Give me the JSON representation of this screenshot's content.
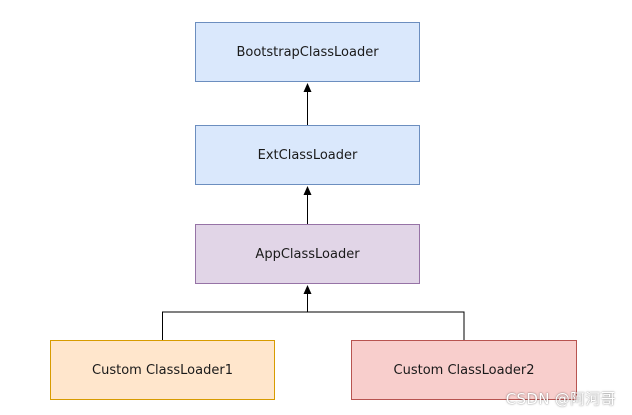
{
  "diagram": {
    "nodes": {
      "bootstrap": {
        "label": "BootstrapClassLoader"
      },
      "ext": {
        "label": "ExtClassLoader"
      },
      "app": {
        "label": "AppClassLoader"
      },
      "custom1": {
        "label": "Custom ClassLoader1"
      },
      "custom2": {
        "label": "Custom ClassLoader2"
      }
    },
    "edges": [
      {
        "from": "ext",
        "to": "bootstrap"
      },
      {
        "from": "app",
        "to": "ext"
      },
      {
        "from": "custom1",
        "to": "app"
      },
      {
        "from": "custom2",
        "to": "app"
      }
    ]
  },
  "watermark": {
    "text": "CSDN @阿河哥"
  },
  "colors": {
    "blue_fill": "#dae8fc",
    "blue_stroke": "#6c8ebf",
    "purple_fill": "#e1d5e7",
    "purple_stroke": "#9673a6",
    "orange_fill": "#ffe6cc",
    "orange_stroke": "#d79b00",
    "red_fill": "#f8cecc",
    "red_stroke": "#b85450",
    "edge": "#000000"
  }
}
